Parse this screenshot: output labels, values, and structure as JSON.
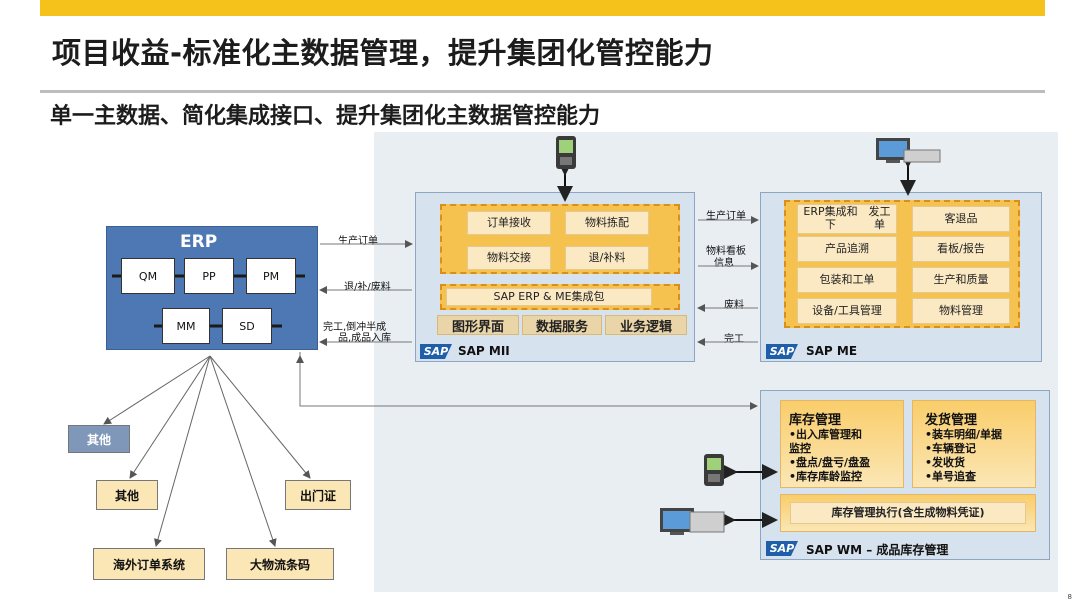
{
  "header": {
    "title": "项目收益-标准化主数据管理，提升集团化管控能力",
    "subtitle": "单一主数据、简化集成接口、提升集团化主数据管控能力"
  },
  "erp": {
    "title": "ERP",
    "modules": [
      "QM",
      "PP",
      "PM",
      "MM",
      "SD"
    ]
  },
  "flows": {
    "erp_mii_1": "生产订单",
    "erp_mii_2": "退/补/废料",
    "erp_mii_3a": "完工,倒冲半成",
    "erp_mii_3b": "品,成品入库",
    "mii_me_1": "生产订单",
    "mii_me_2a": "物料看板",
    "mii_me_2b": "信息",
    "me_mii_1": "废料",
    "me_mii_2": "完工"
  },
  "mii": {
    "cells": [
      "订单接收",
      "物料拣配",
      "物料交接",
      "退/补料"
    ],
    "package": "SAP ERP & ME集成包",
    "tabs": [
      "图形界面",
      "数据服务",
      "业务逻辑"
    ],
    "logo": "SAP",
    "name": "SAP MII"
  },
  "me": {
    "cells": [
      [
        "ERP集成和下",
        "发工单"
      ],
      [
        "客退品"
      ],
      [
        "产品追溯"
      ],
      [
        "看板/报告"
      ],
      [
        "包装和工单"
      ],
      [
        "生产和质量"
      ],
      [
        "设备/工具管理"
      ],
      [
        "物料管理"
      ]
    ],
    "logo": "SAP",
    "name": "SAP ME"
  },
  "wm": {
    "left_title": "库存管理",
    "left_items": [
      "•出入库管理和",
      "监控",
      "•盘点/盘亏/盘盈",
      "•库存库龄监控"
    ],
    "right_title": "发货管理",
    "right_items": [
      "•装车明细/单据",
      "•车辆登记",
      "•发收货",
      "•单号追查"
    ],
    "bottom": "库存管理执行(含生成物料凭证)",
    "logo": "SAP",
    "name": "SAP WM – 成品库存管理"
  },
  "leaves": {
    "other_blue": "其他",
    "other": "其他",
    "gate": "出门证",
    "overseas": "海外订单系统",
    "barcode": "大物流条码"
  },
  "colors": {
    "accent_yellow": "#f5c21b",
    "erp_blue": "#4e78b3",
    "panel_gray": "#e9eef2",
    "leaf_blue": "#7f97b8",
    "leaf_cream": "#fbe6b5"
  },
  "page_number": "8"
}
